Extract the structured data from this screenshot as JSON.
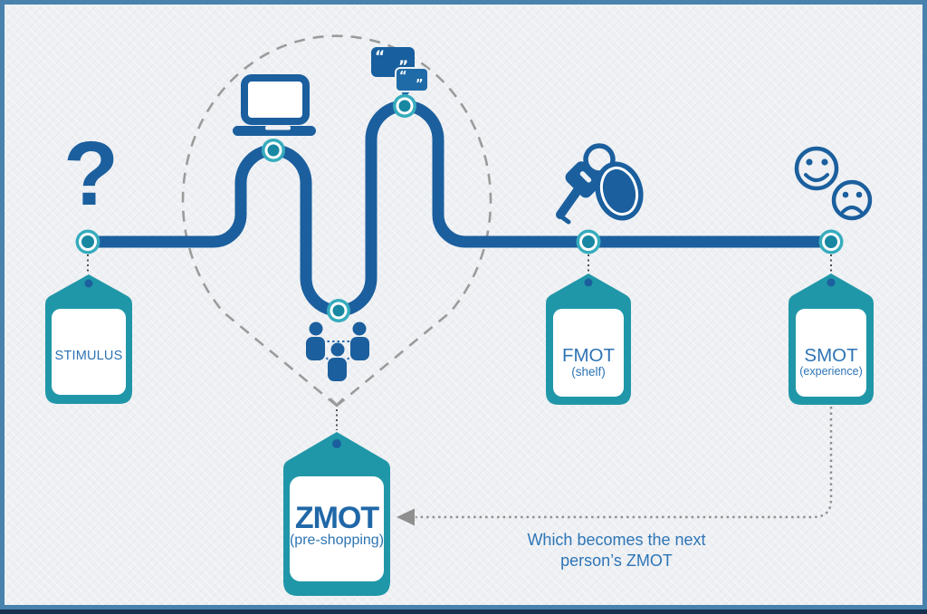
{
  "question_mark": "?",
  "speech_bubbles": {
    "open_quote": "“",
    "close_quote": "”"
  },
  "tags": {
    "stimulus": {
      "title": "STIMULUS"
    },
    "zmot": {
      "title": "ZMOT",
      "subtitle": "(pre-shopping)"
    },
    "fmot": {
      "title": "FMOT",
      "subtitle": "(shelf)"
    },
    "smot": {
      "title": "SMOT",
      "subtitle": "(experience)"
    }
  },
  "annotation": {
    "line1": "Which becomes the next",
    "line2": "person’s ZMOT"
  },
  "icons": [
    "question-mark-icon",
    "laptop-icon",
    "speech-bubbles-icon",
    "people-network-icon",
    "car-keys-icon",
    "happy-face-icon",
    "sad-face-icon",
    "price-tag-icon"
  ],
  "colors": {
    "primary_blue": "#1b5f9e",
    "teal": "#2097a8",
    "node_ring": "#36acbd",
    "node_center": "#1887a2",
    "label_blue": "#2d73b4",
    "background": "#eef0f3",
    "frame_border": "#4a82ae",
    "bottom_bar": "#16314e",
    "dash_gray": "#9b9b9b",
    "arrow_gray": "#8f8f8f"
  }
}
